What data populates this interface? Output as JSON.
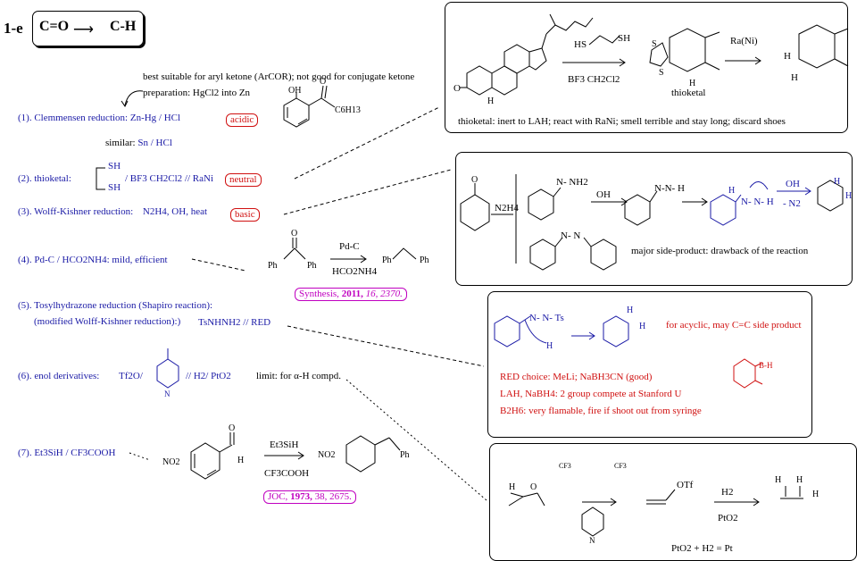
{
  "header": {
    "label": "1-e",
    "reactant": "C=O",
    "product": "C-H"
  },
  "methods": [
    {
      "num": "(1).",
      "name": "Clemmensen reduction:",
      "reagent": "Zn-Hg / HCl",
      "tag": "acidic"
    },
    {
      "num": "(2).",
      "name": "thioketal:",
      "reagent": "/ BF3 CH2Cl2 // RaNi",
      "tag": "neutral"
    },
    {
      "num": "(3).",
      "name": "Wolff-Kishner reduction:",
      "reagent": "N2H4, OH, heat",
      "tag": "basic"
    },
    {
      "num": "(4).",
      "name": "Pd-C / HCO2NH4:",
      "reagent": "mild, efficient"
    },
    {
      "num": "(5).",
      "name": "Tosylhydrazone reduction (Shapiro reaction):",
      "sub": "(modified Wolff-Kishner reduction):)",
      "reagent": "TsNHNH2 // RED"
    },
    {
      "num": "(6).",
      "name": "enol derivatives:",
      "reagent": "// H2/ PtO2",
      "limit": "limit: for α-H compd."
    },
    {
      "num": "(7).",
      "name": "Et3SiH / CF3COOH"
    }
  ],
  "clemmensen": {
    "note": "best suitable for aryl ketone (ArCOR); not good for conjugate ketone",
    "prep": "preparation: HgCl2 into Zn",
    "similar_label": "similar:",
    "similar_reagent": "Sn / HCl",
    "substituent": "C6H13",
    "oh": "OH"
  },
  "thioketal": {
    "sh": "SH",
    "reagent_top": "HS",
    "reagent_bottom": "BF3 CH2Cl2",
    "label": "thioketal",
    "ra": "Ra(Ni)",
    "note": "thioketal: inert to LAH; react with RaNi; smell terrible and stay long; discard shoes",
    "s": "S",
    "h": "H",
    "o": "O"
  },
  "wolff": {
    "n2h4": "N2H4",
    "nnh2": "N- NH2",
    "oh": "OH",
    "oh2": "OH",
    "minus_n2": "- N2",
    "nnh": "N-N- H",
    "nnh2b": "N- N- H",
    "azine": "N- N",
    "side": "major side-product: drawback of the reaction",
    "h": "H",
    "o": "O"
  },
  "pdc": {
    "top": "Pd-C",
    "bottom": "HCO2NH4",
    "ph": "Ph",
    "ref_journal": "Synthesis,",
    "ref_year": "2011,",
    "ref_rest": "16, 2370.",
    "o": "O"
  },
  "shapiro": {
    "nn": "N- N- Ts",
    "h": "H",
    "acyclic": "for acyclic, may C=C side product",
    "red": "RED choice: MeLi; NaBH3CN (good)",
    "lah": "LAH, NaBH4: 2 group compete at Stanford U",
    "b2h6": "B2H6: very flamable, fire if shoot out from syringe",
    "catechol": "B-H"
  },
  "enol": {
    "tf2o": "Tf2O/",
    "n": "N",
    "cf3": "CF3",
    "otf": "OTf",
    "h2": "H2",
    "pto2": "PtO2",
    "eq": "PtO2 + H2 = Pt",
    "h": "H",
    "o": "O"
  },
  "silane": {
    "no2": "NO2",
    "h": "H",
    "ph": "Ph",
    "top": "Et3SiH",
    "bottom": "CF3COOH",
    "ref_journal": "JOC,",
    "ref_year": "1973,",
    "ref_rest": "38, 2675.",
    "o": "O"
  }
}
